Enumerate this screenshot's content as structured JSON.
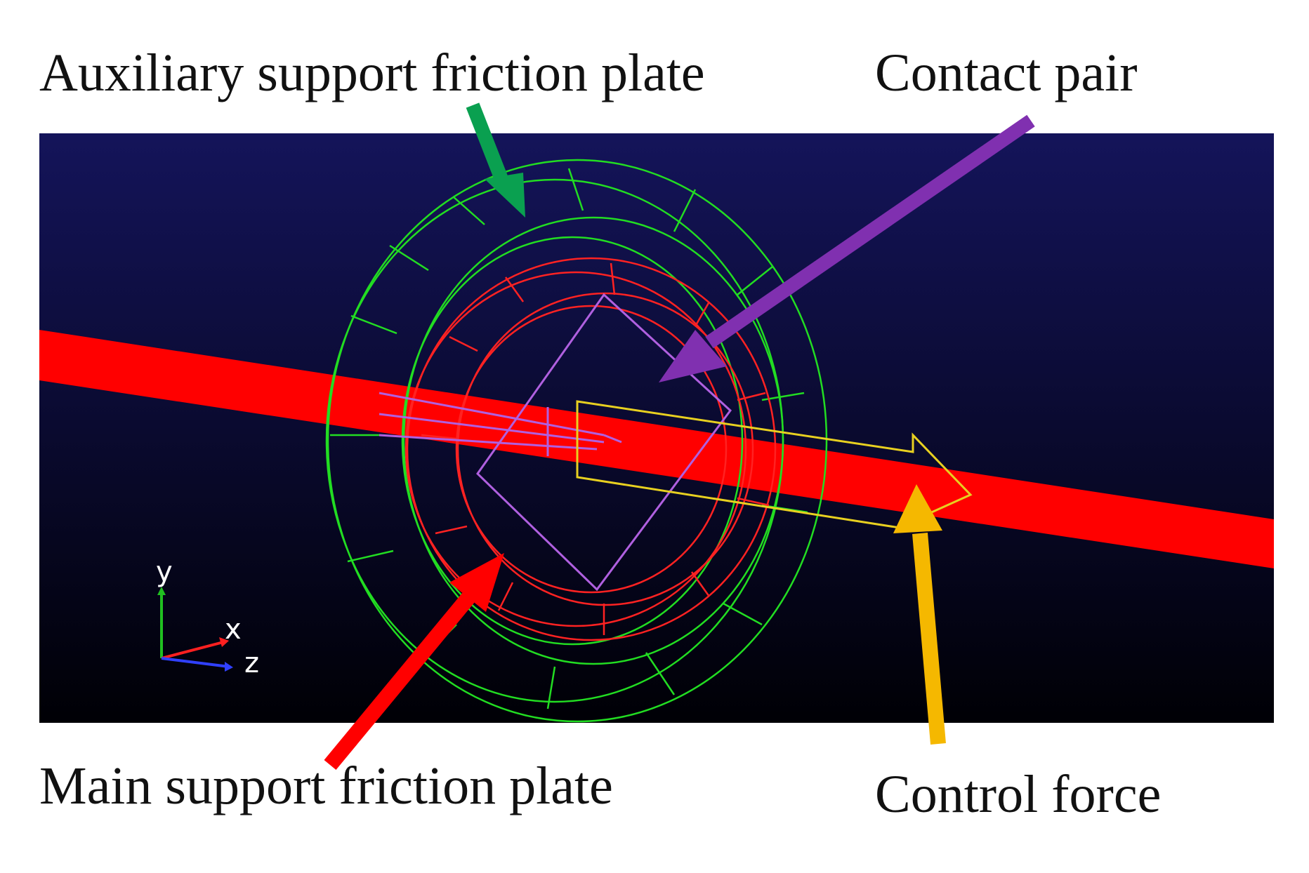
{
  "labels": {
    "auxiliary": "Auxiliary support friction plate",
    "contact": "Contact pair",
    "main": "Main support friction plate",
    "control": "Control force"
  },
  "axes": {
    "x": "x",
    "y": "y",
    "z": "z"
  },
  "colors": {
    "viewport_top": "#14145a",
    "viewport_bottom": "#000005",
    "beam": "#ff0000",
    "aux_plate": "#22dd22",
    "main_plate": "#ff2222",
    "contact_pair": "#b060e0",
    "control_force": "#e8d020",
    "arrow_aux": "#0aa050",
    "arrow_contact": "#8030b0",
    "arrow_main": "#ff0000",
    "arrow_control": "#f5b800",
    "axis_x": "#ff2020",
    "axis_y": "#20c020",
    "axis_z": "#3040ff"
  }
}
